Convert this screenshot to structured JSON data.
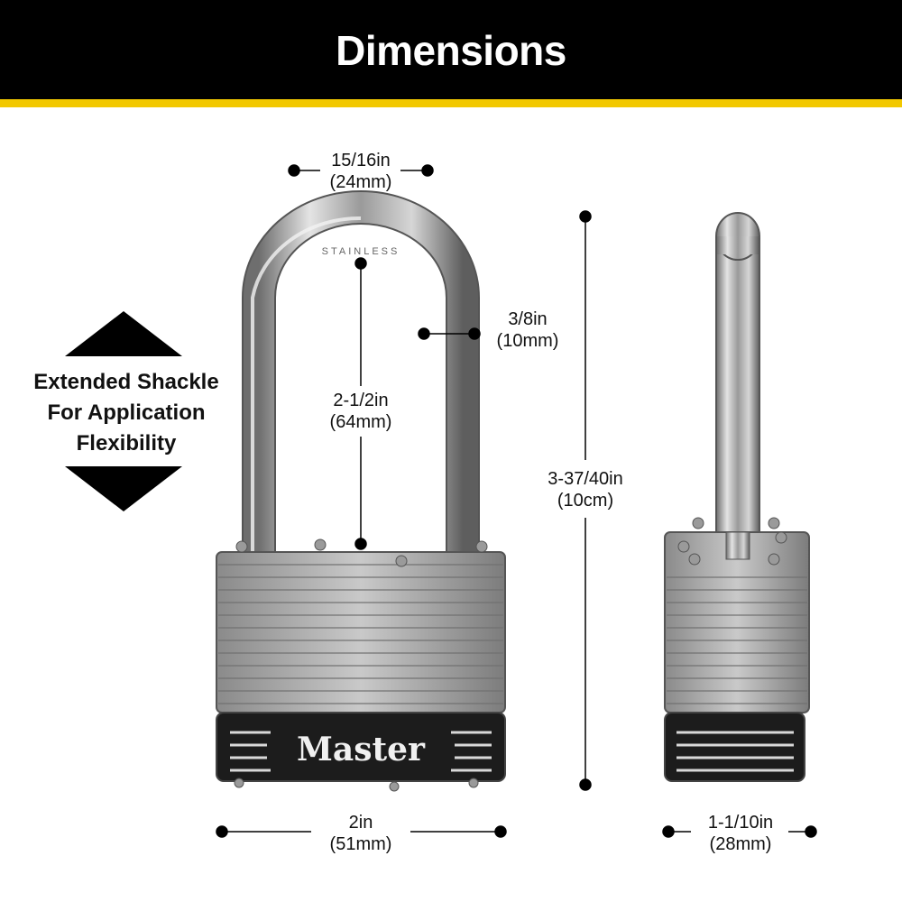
{
  "header": {
    "title": "Dimensions",
    "background": "#000000",
    "stripe_color": "#f2c800"
  },
  "callout": {
    "line1": "Extended Shackle",
    "line2": "For Application",
    "line3": "Flexibility"
  },
  "dimensions": {
    "shackle_width": {
      "imperial": "15/16in",
      "metric": "(24mm)"
    },
    "shackle_diameter": {
      "imperial": "3/8in",
      "metric": "(10mm)"
    },
    "shackle_clearance": {
      "imperial": "2-1/2in",
      "metric": "(64mm)"
    },
    "total_height": {
      "imperial": "3-37/40in",
      "metric": "(10cm)"
    },
    "body_width": {
      "imperial": "2in",
      "metric": "(51mm)"
    },
    "body_depth": {
      "imperial": "1-1/10in",
      "metric": "(28mm)"
    }
  },
  "lock": {
    "brand": "Master",
    "shackle_engraving": "STAINLESS"
  }
}
